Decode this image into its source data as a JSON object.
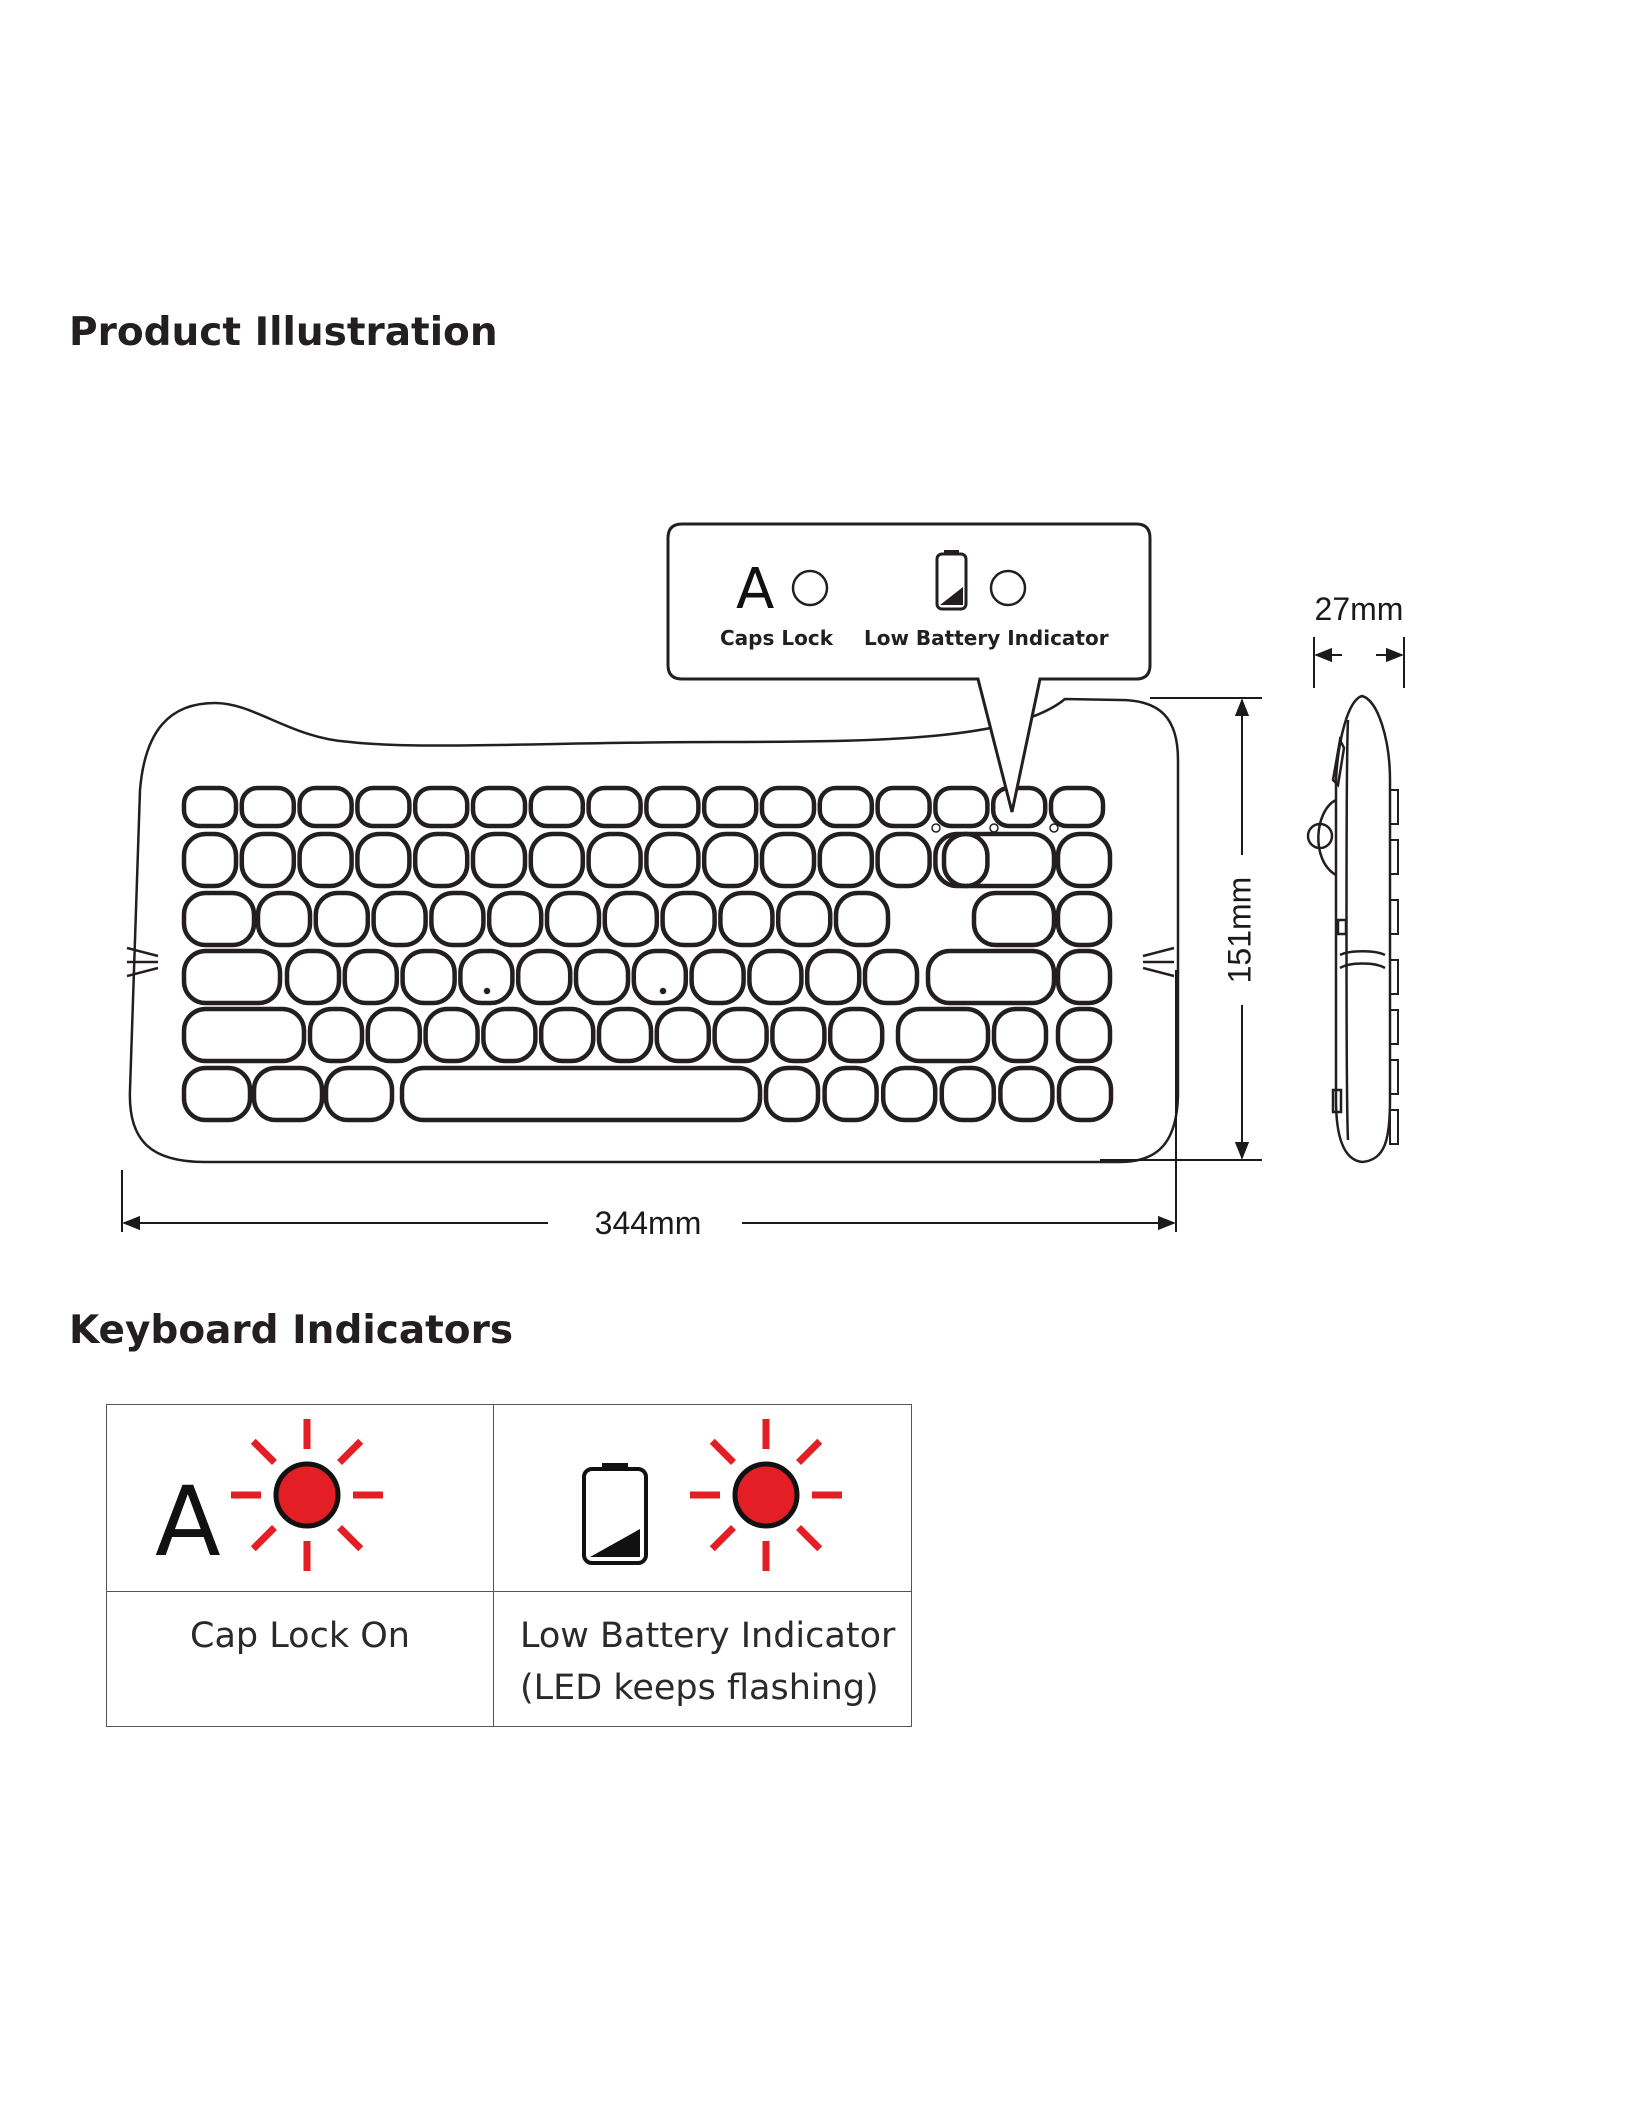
{
  "sections": {
    "product_illustration": {
      "title": "Product Illustration"
    },
    "keyboard_indicators": {
      "title": "Keyboard Indicators"
    }
  },
  "callout": {
    "caps_letter": "A",
    "caps_label": "Caps Lock",
    "battery_label": "Low Battery Indicator"
  },
  "dimensions": {
    "width": "344mm",
    "height": "151mm",
    "depth": "27mm"
  },
  "indicators": [
    {
      "icon": "caps-lock-letter-icon",
      "letter": "A",
      "label_lines": [
        "Cap Lock On"
      ]
    },
    {
      "icon": "low-battery-icon",
      "label_lines": [
        "Low Battery Indicator",
        "(LED keeps flashing)"
      ]
    }
  ],
  "colors": {
    "led_red": "#e31e24",
    "line": "#231f20"
  }
}
